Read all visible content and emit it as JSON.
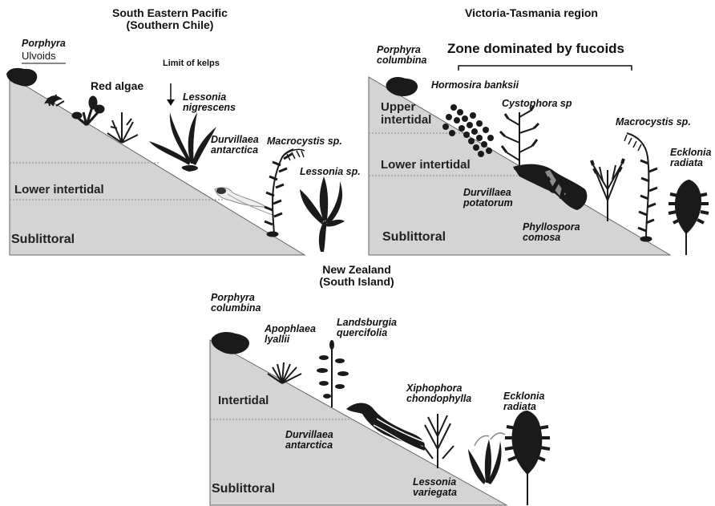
{
  "panels": {
    "chile": {
      "title_line1": "South Eastern Pacific",
      "title_line2": "(Southern Chile)",
      "labels": {
        "porphyra": "Porphyra",
        "ulvoids": "Ulvoids",
        "red_algae": "Red algae",
        "limit_of_kelps": "Limit of kelps",
        "lessonia_nigrescens_1": "Lessonia",
        "lessonia_nigrescens_2": "nigrescens",
        "durvillaea_1": "Durvillaea",
        "durvillaea_2": "antarctica",
        "macrocystis": "Macrocystis sp.",
        "lessonia_sp": "Lessonia sp."
      },
      "zones": {
        "lower_intertidal": "Lower intertidal",
        "sublittoral": "Sublittoral"
      }
    },
    "victoria": {
      "title": "Victoria-Tasmania region",
      "zone_banner": "Zone dominated by fucoids",
      "labels": {
        "porphyra_1": "Porphyra",
        "porphyra_2": "columbina",
        "hormosira": "Hormosira banksii",
        "cystophora": "Cystophora sp",
        "macrocystis": "Macrocystis sp.",
        "ecklonia_1": "Ecklonia",
        "ecklonia_2": "radiata",
        "durvillaea_1": "Durvillaea",
        "durvillaea_2": "potatorum",
        "phyllospora_1": "Phyllospora",
        "phyllospora_2": "comosa"
      },
      "zones": {
        "upper_intertidal_1": "Upper",
        "upper_intertidal_2": "intertidal",
        "lower_intertidal": "Lower intertidal",
        "sublittoral": "Sublittoral"
      }
    },
    "nz": {
      "title_line1": "New Zealand",
      "title_line2": "(South Island)",
      "labels": {
        "porphyra_1": "Porphyra",
        "porphyra_2": "columbina",
        "apophlaea_1": "Apophlaea",
        "apophlaea_2": "lyallii",
        "landsburgia_1": "Landsburgia",
        "landsburgia_2": "quercifolia",
        "xiphophora_1": "Xiphophora",
        "xiphophora_2": "chondophylla",
        "ecklonia_1": "Ecklonia",
        "ecklonia_2": "radiata",
        "durvillaea_1": "Durvillaea",
        "durvillaea_2": "antarctica",
        "lessonia_1": "Lessonia",
        "lessonia_2": "variegata"
      },
      "zones": {
        "intertidal": "Intertidal",
        "sublittoral": "Sublittoral"
      }
    }
  },
  "colors": {
    "shore_fill": "#d4d4d4",
    "shore_edge": "#666666",
    "algae": "#1a1a1a"
  }
}
